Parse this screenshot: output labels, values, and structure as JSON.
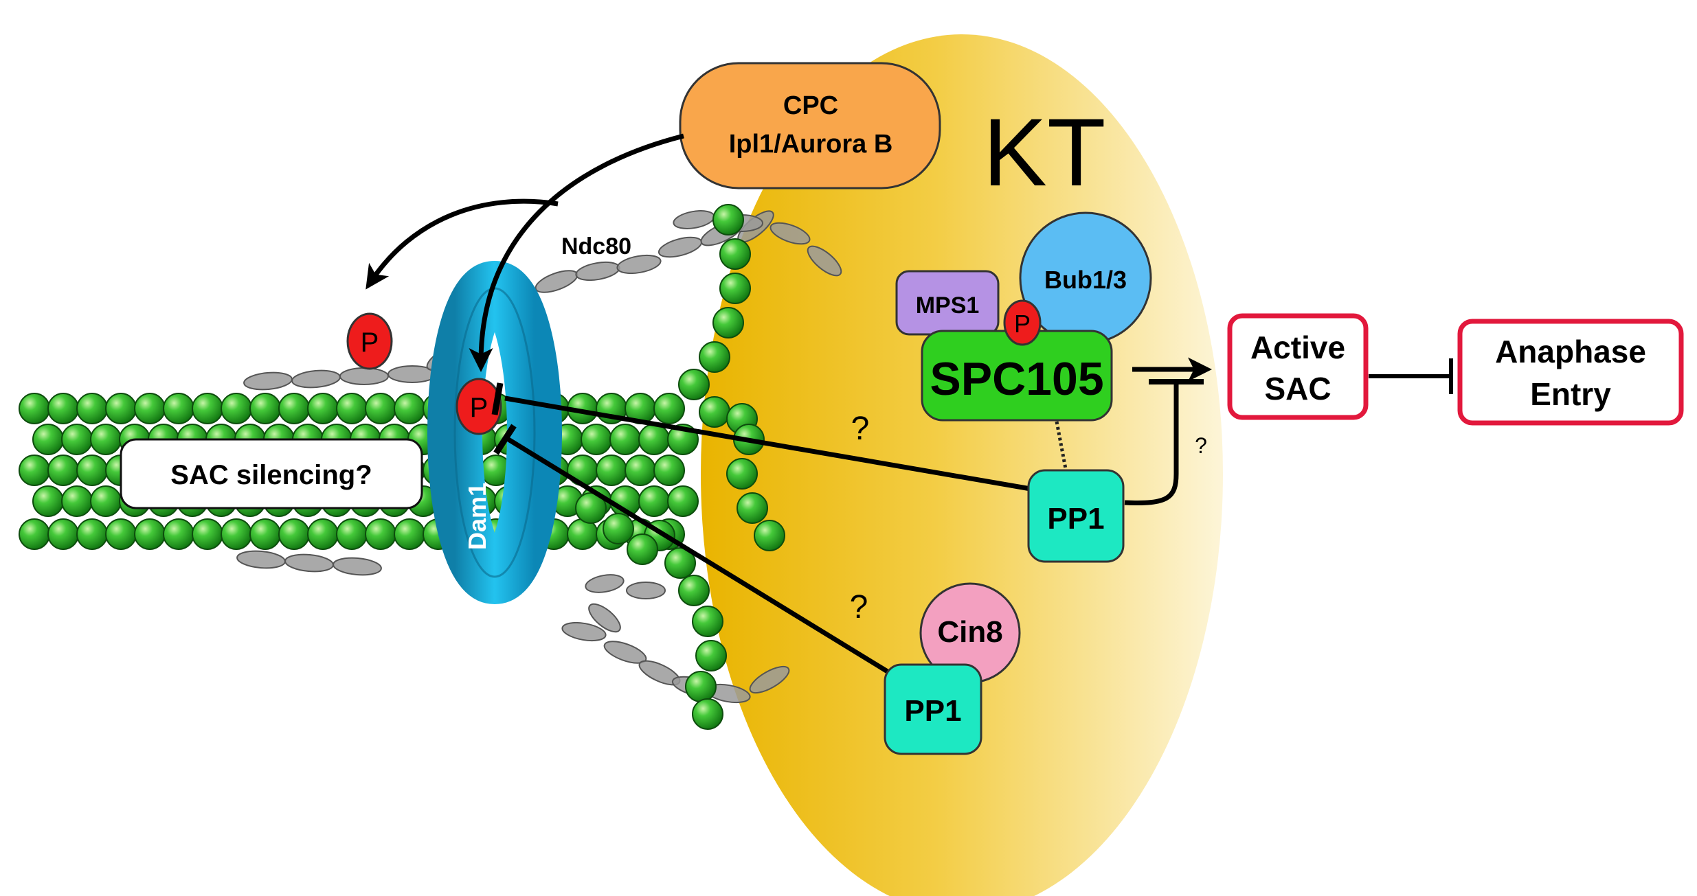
{
  "labels": {
    "kt": "KT",
    "cpc_line1": "CPC",
    "cpc_line2": "Ipl1/Aurora B",
    "ndc80": "Ndc80",
    "dam1": "Dam1",
    "sac_silencing": "SAC silencing?",
    "mps1": "MPS1",
    "bub13": "Bub1/3",
    "spc105": "SPC105",
    "pp1_upper": "PP1",
    "pp1_lower": "PP1",
    "cin8": "Cin8",
    "phospho": "P",
    "question": "?",
    "active_sac_line1": "Active",
    "active_sac_line2": "SAC",
    "anaphase_line1": "Anaphase",
    "anaphase_line2": "Entry"
  },
  "colors": {
    "kt_gradient_start": "#f0c000",
    "kt_gradient_end": "#fdf6d8",
    "cpc_fill": "#f9a64b",
    "dam1_fill": "#1aa8d0",
    "mps1_fill": "#b592e4",
    "bub13_fill": "#5bbdf3",
    "spc105_fill": "#2fcf1f",
    "pp1_fill": "#1de8c2",
    "cin8_fill": "#f3a0c0",
    "phospho_fill": "#ee1c1c",
    "microtubule_fill": "#2fbd2f",
    "ndc80_fill": "#9a9a9a",
    "box_border": "#e2183c"
  }
}
